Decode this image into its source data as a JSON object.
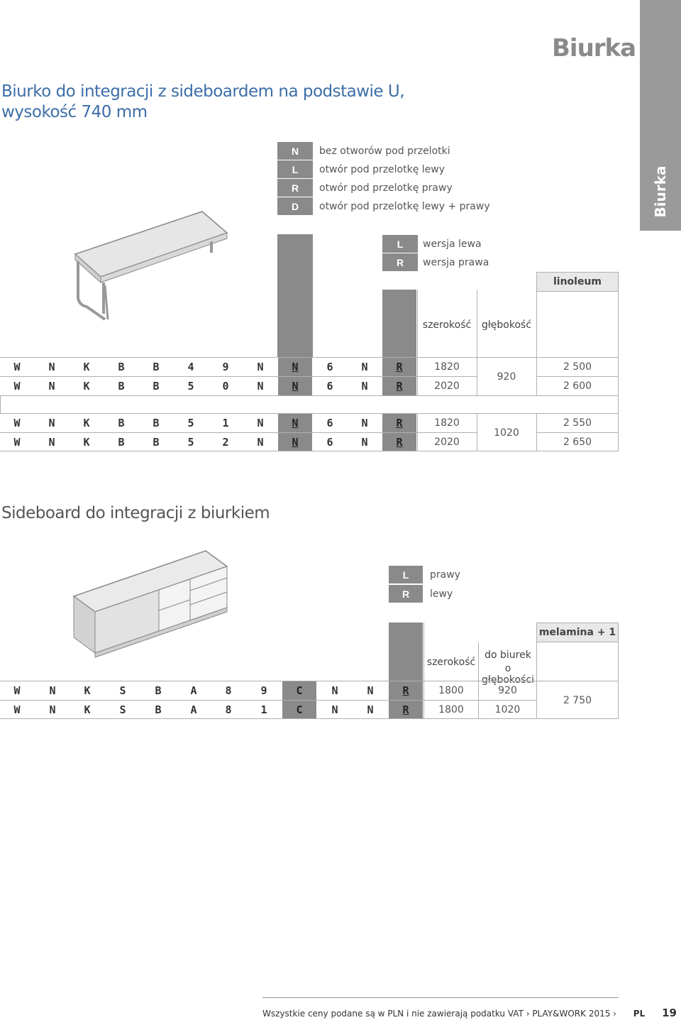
{
  "header": {
    "section_title": "Biurka",
    "tab_label": "Biurka"
  },
  "desk": {
    "heading_line1": "Biurko do integracji z sideboardem na podstawie U,",
    "heading_line2": "wysokość 740 mm",
    "cutout_legend": [
      {
        "code": "N",
        "text": "bez otworów pod przelotki"
      },
      {
        "code": "L",
        "text": "otwór pod przelotkę lewy"
      },
      {
        "code": "R",
        "text": "otwór pod przelotkę prawy"
      },
      {
        "code": "D",
        "text": "otwór pod przelotkę lewy + prawy"
      }
    ],
    "version_legend": [
      {
        "code": "L",
        "text": "wersja lewa"
      },
      {
        "code": "R",
        "text": "wersja prawa"
      }
    ],
    "col_width": "szerokość",
    "col_depth": "głębokość",
    "col_price": "linoleum",
    "groups": [
      {
        "depth": "920",
        "rows": [
          {
            "code": [
              "W",
              "N",
              "K",
              "B",
              "B",
              "4",
              "9",
              "N",
              "N",
              "6",
              "N",
              "R"
            ],
            "width": "1820",
            "price": "2 500"
          },
          {
            "code": [
              "W",
              "N",
              "K",
              "B",
              "B",
              "5",
              "0",
              "N",
              "N",
              "6",
              "N",
              "R"
            ],
            "width": "2020",
            "price": "2 600"
          }
        ]
      },
      {
        "depth": "1020",
        "rows": [
          {
            "code": [
              "W",
              "N",
              "K",
              "B",
              "B",
              "5",
              "1",
              "N",
              "N",
              "6",
              "N",
              "R"
            ],
            "width": "1820",
            "price": "2 550"
          },
          {
            "code": [
              "W",
              "N",
              "K",
              "B",
              "B",
              "5",
              "2",
              "N",
              "N",
              "6",
              "N",
              "R"
            ],
            "width": "2020",
            "price": "2 650"
          }
        ]
      }
    ]
  },
  "sideboard": {
    "heading": "Sideboard do integracji z biurkiem",
    "legend": [
      {
        "code": "L",
        "text": "prawy"
      },
      {
        "code": "R",
        "text": "lewy"
      }
    ],
    "col_width": "szerokość",
    "col_depth_line1": "do biurek",
    "col_depth_line2": "o głębokości",
    "col_price": "melamina + 1",
    "price": "2 750",
    "rows": [
      {
        "code": [
          "W",
          "N",
          "K",
          "S",
          "B",
          "A",
          "8",
          "9",
          "C",
          "N",
          "N",
          "R"
        ],
        "width": "1800",
        "depth": "920"
      },
      {
        "code": [
          "W",
          "N",
          "K",
          "S",
          "B",
          "A",
          "8",
          "1",
          "C",
          "N",
          "N",
          "R"
        ],
        "width": "1800",
        "depth": "1020"
      }
    ]
  },
  "footer": {
    "text": "Wszystkie ceny podane są w PLN i nie zawierają podatku VAT  ›  PLAY&WORK 2015  ›",
    "lang": "PL",
    "page": "19"
  }
}
